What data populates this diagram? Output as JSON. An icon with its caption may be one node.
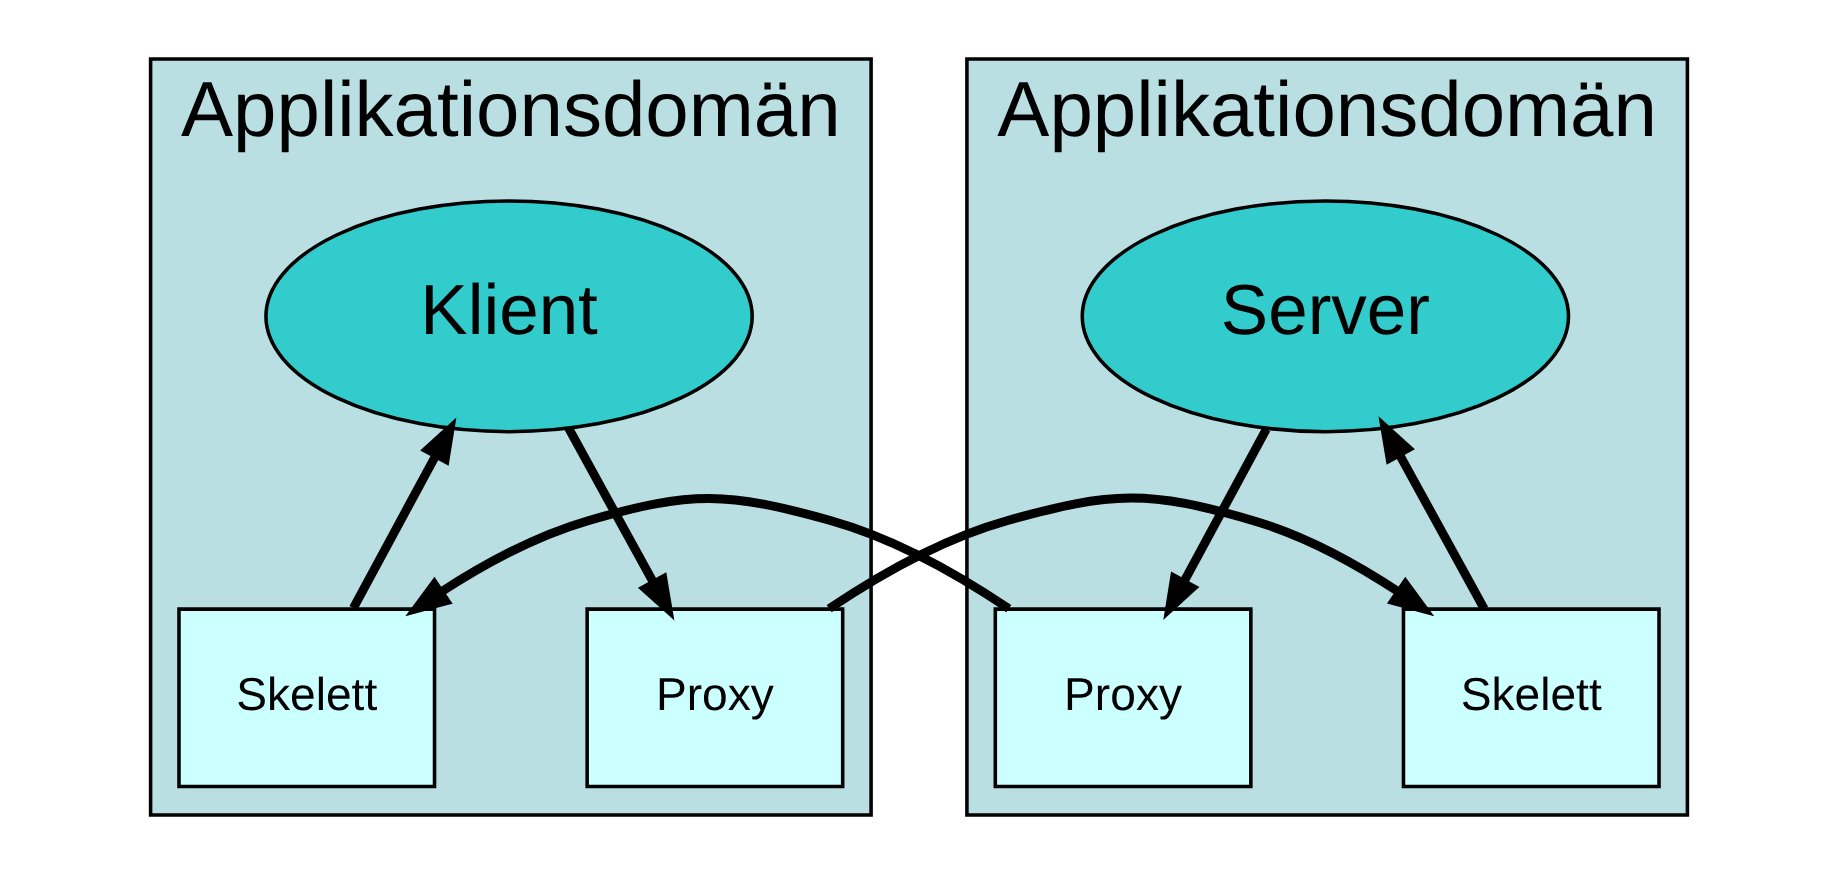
{
  "diagram": {
    "nodes": [
      {
        "text": [
          "Applikationsdomän"
        ]
      },
      {
        "text": [
          "Klient"
        ],
        "in": 0
      },
      {
        "text": [
          "Skelett"
        ],
        "in": 0
      },
      {
        "text": [
          "Proxy"
        ],
        "in": 0
      },
      {
        "text": [
          "Applikationsdomän"
        ]
      },
      {
        "text": [
          "Server"
        ],
        "in": 4
      },
      {
        "text": [
          "Proxy"
        ],
        "in": 4
      },
      {
        "text": [
          "Skelett"
        ],
        "in": 4
      }
    ],
    "edges": [
      {
        "from": 1,
        "to": 3,
        "arrow": "to"
      },
      {
        "from": 2,
        "to": 1,
        "arrow": "to"
      },
      {
        "from": 6,
        "to": 2,
        "arrow": "to"
      },
      {
        "from": 3,
        "to": 7,
        "arrow": "to"
      },
      {
        "from": 5,
        "to": 6,
        "arrow": "to"
      },
      {
        "from": 7,
        "to": 5,
        "arrow": "to"
      }
    ]
  }
}
